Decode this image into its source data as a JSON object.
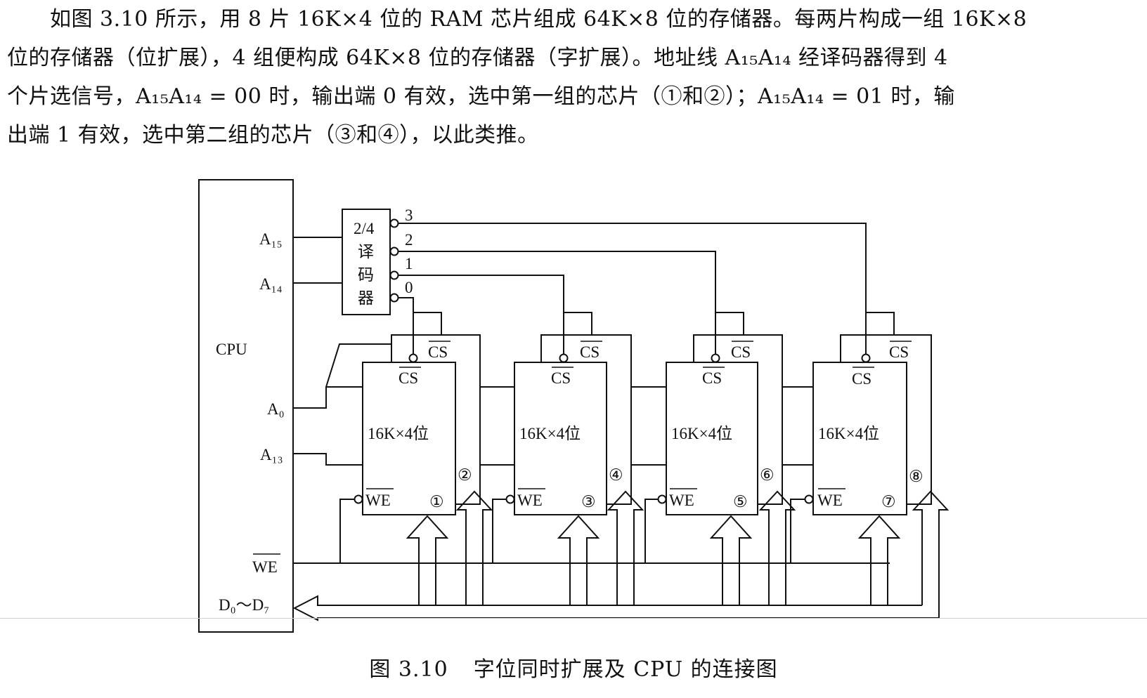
{
  "paragraph": {
    "line1": "　　如图 3.10 所示，用 8 片 16K×4 位的 RAM 芯片组成 64K×8 位的存储器。每两片构成一组 16K×8",
    "line2": "位的存储器（位扩展），4 组便构成 64K×8 位的存储器（字扩展）。地址线 A₁₅A₁₄ 经译码器得到 4",
    "line3": "个片选信号，A₁₅A₁₄ = 00 时，输出端 0 有效，选中第一组的芯片（①和②）；A₁₅A₁₄ = 01 时，输",
    "line4": "出端 1 有效，选中第二组的芯片（③和④），以此类推。"
  },
  "diagram": {
    "cpu_label": "CPU",
    "pins": {
      "a15": "A₁₅",
      "a14": "A₁₄",
      "a0": "A₀",
      "a13": "A₁₃",
      "we": "WE",
      "data": "D₀～D₇"
    },
    "decoder": {
      "l1": "2/4",
      "l2": "译",
      "l3": "码",
      "l4": "器"
    },
    "decoder_outputs": [
      "3",
      "2",
      "1",
      "0"
    ],
    "chip_label": "16K×4位",
    "cs_label": "CS",
    "we_label": "WE",
    "chip_numbers": [
      "①",
      "②",
      "③",
      "④",
      "⑤",
      "⑥",
      "⑦",
      "⑧"
    ]
  },
  "caption": {
    "fig_no": "图 3.10",
    "title": "字位同时扩展及 CPU 的连接图"
  }
}
